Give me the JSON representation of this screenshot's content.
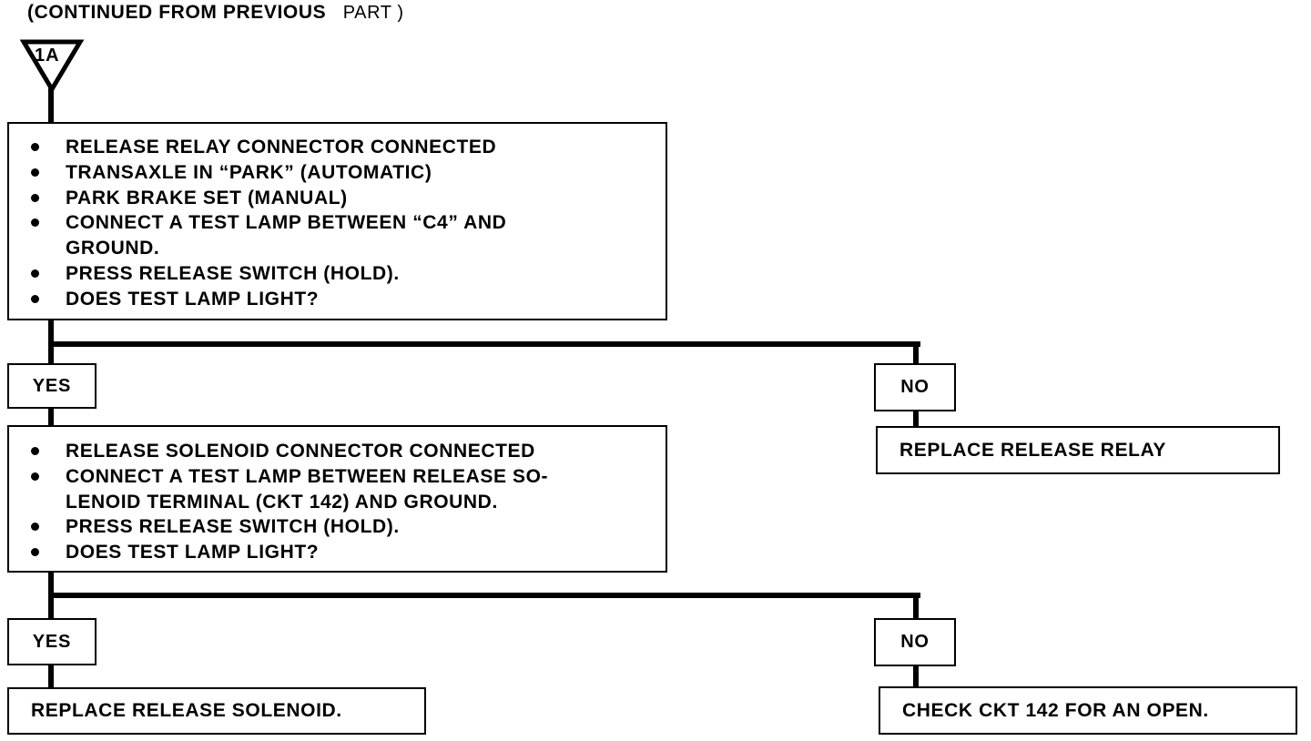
{
  "header": {
    "text_main": "(CONTINUED FROM PREVIOUS",
    "text_part": "PART )"
  },
  "connector": {
    "label": "1A"
  },
  "step1": {
    "items": [
      "RELEASE RELAY CONNECTOR CONNECTED",
      "TRANSAXLE IN “PARK” (AUTOMATIC)",
      "PARK BRAKE SET (MANUAL)",
      "CONNECT A TEST LAMP BETWEEN “C4”  AND",
      "PRESS RELEASE SWITCH (HOLD).",
      "DOES TEST LAMP LIGHT?"
    ],
    "item4_cont": "GROUND."
  },
  "step1_yes": "YES",
  "step1_no": "NO",
  "step1_no_result": "REPLACE RELEASE RELAY",
  "step2": {
    "items": [
      "RELEASE SOLENOID CONNECTOR CONNECTED",
      "CONNECT A TEST LAMP BETWEEN RELEASE SO-",
      "PRESS RELEASE SWITCH (HOLD).",
      "DOES TEST LAMP LIGHT?"
    ],
    "item2_cont": "LENOID TERMINAL (CKT 142)  AND GROUND."
  },
  "step2_yes": "YES",
  "step2_no": "NO",
  "step2_yes_result": "REPLACE RELEASE SOLENOID.",
  "step2_no_result": "CHECK CKT 142 FOR AN OPEN."
}
